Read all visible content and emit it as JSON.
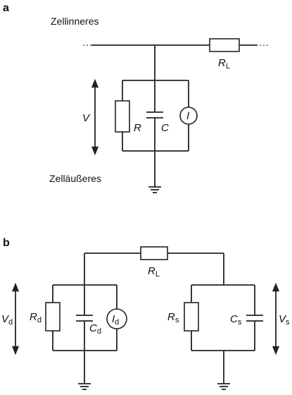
{
  "panels": {
    "a": "a",
    "b": "b"
  },
  "diagram_a": {
    "inside_label": "Zellinneres",
    "outside_label": "Zelläußeres",
    "voltage_label": "V",
    "resistor_label": "R",
    "capacitor_label": "C",
    "current_source_label": "I",
    "load_resistor": {
      "symbol": "R",
      "subscript": "L"
    }
  },
  "diagram_b": {
    "load_resistor": {
      "symbol": "R",
      "subscript": "L"
    },
    "left_voltage": {
      "symbol": "V",
      "subscript": "d"
    },
    "left_resistor": {
      "symbol": "R",
      "subscript": "d"
    },
    "left_capacitor": {
      "symbol": "C",
      "subscript": "d"
    },
    "left_current_source": {
      "symbol": "I",
      "subscript": "d"
    },
    "right_resistor": {
      "symbol": "R",
      "subscript": "s"
    },
    "right_capacitor": {
      "symbol": "C",
      "subscript": "s"
    },
    "right_voltage": {
      "symbol": "V",
      "subscript": "s"
    }
  }
}
